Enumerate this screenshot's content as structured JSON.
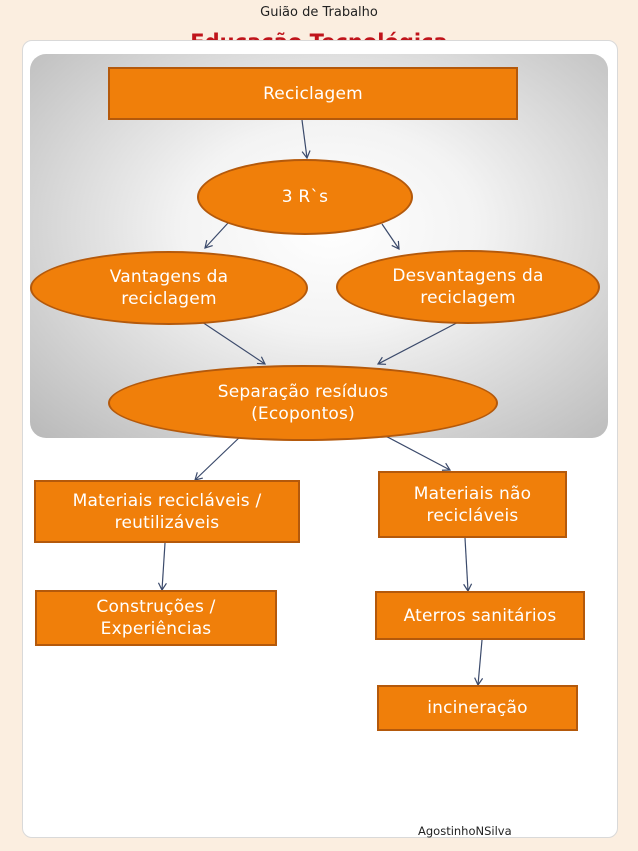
{
  "header": {
    "subtitle": "Guião de Trabalho",
    "title": "Educação Tecnológica"
  },
  "nodes": {
    "reciclagem": "Reciclagem",
    "tres_rs": "3 R`s",
    "vantagens": "Vantagens da reciclagem",
    "desvantagens": "Desvantagens da reciclagem",
    "separacao": "Separação resíduos (Ecopontos)",
    "reciclaveis": "Materiais recicláveis / reutilizáveis",
    "nao_reciclaveis": "Materiais não recicláveis",
    "construcoes": "Construções / Experiências",
    "aterros": "Aterros sanitários",
    "incineracao": "incineração"
  },
  "footer": {
    "author": "AgostinhoNSilva"
  },
  "colors": {
    "node_fill": "#f07f0a",
    "node_border": "#b4590b",
    "title": "#c0141b"
  }
}
